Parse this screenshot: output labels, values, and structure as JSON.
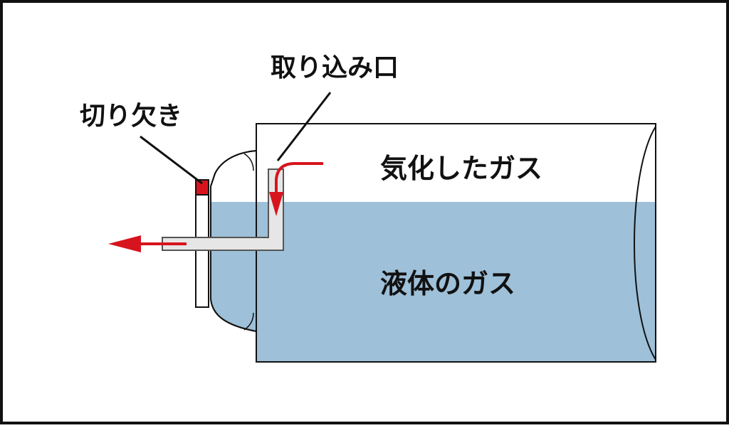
{
  "labels": {
    "notch": "切り欠き",
    "intake": "取り込み口",
    "vapor_gas": "気化したガス",
    "liquid_gas": "液体のガス"
  },
  "colors": {
    "frame": "#111111",
    "liquid": "#9ec0d8",
    "arrow": "#d7141d",
    "pipe_fill": "#e6e6e6",
    "pipe_outline": "#555555",
    "notch_mark": "#d7141d"
  }
}
